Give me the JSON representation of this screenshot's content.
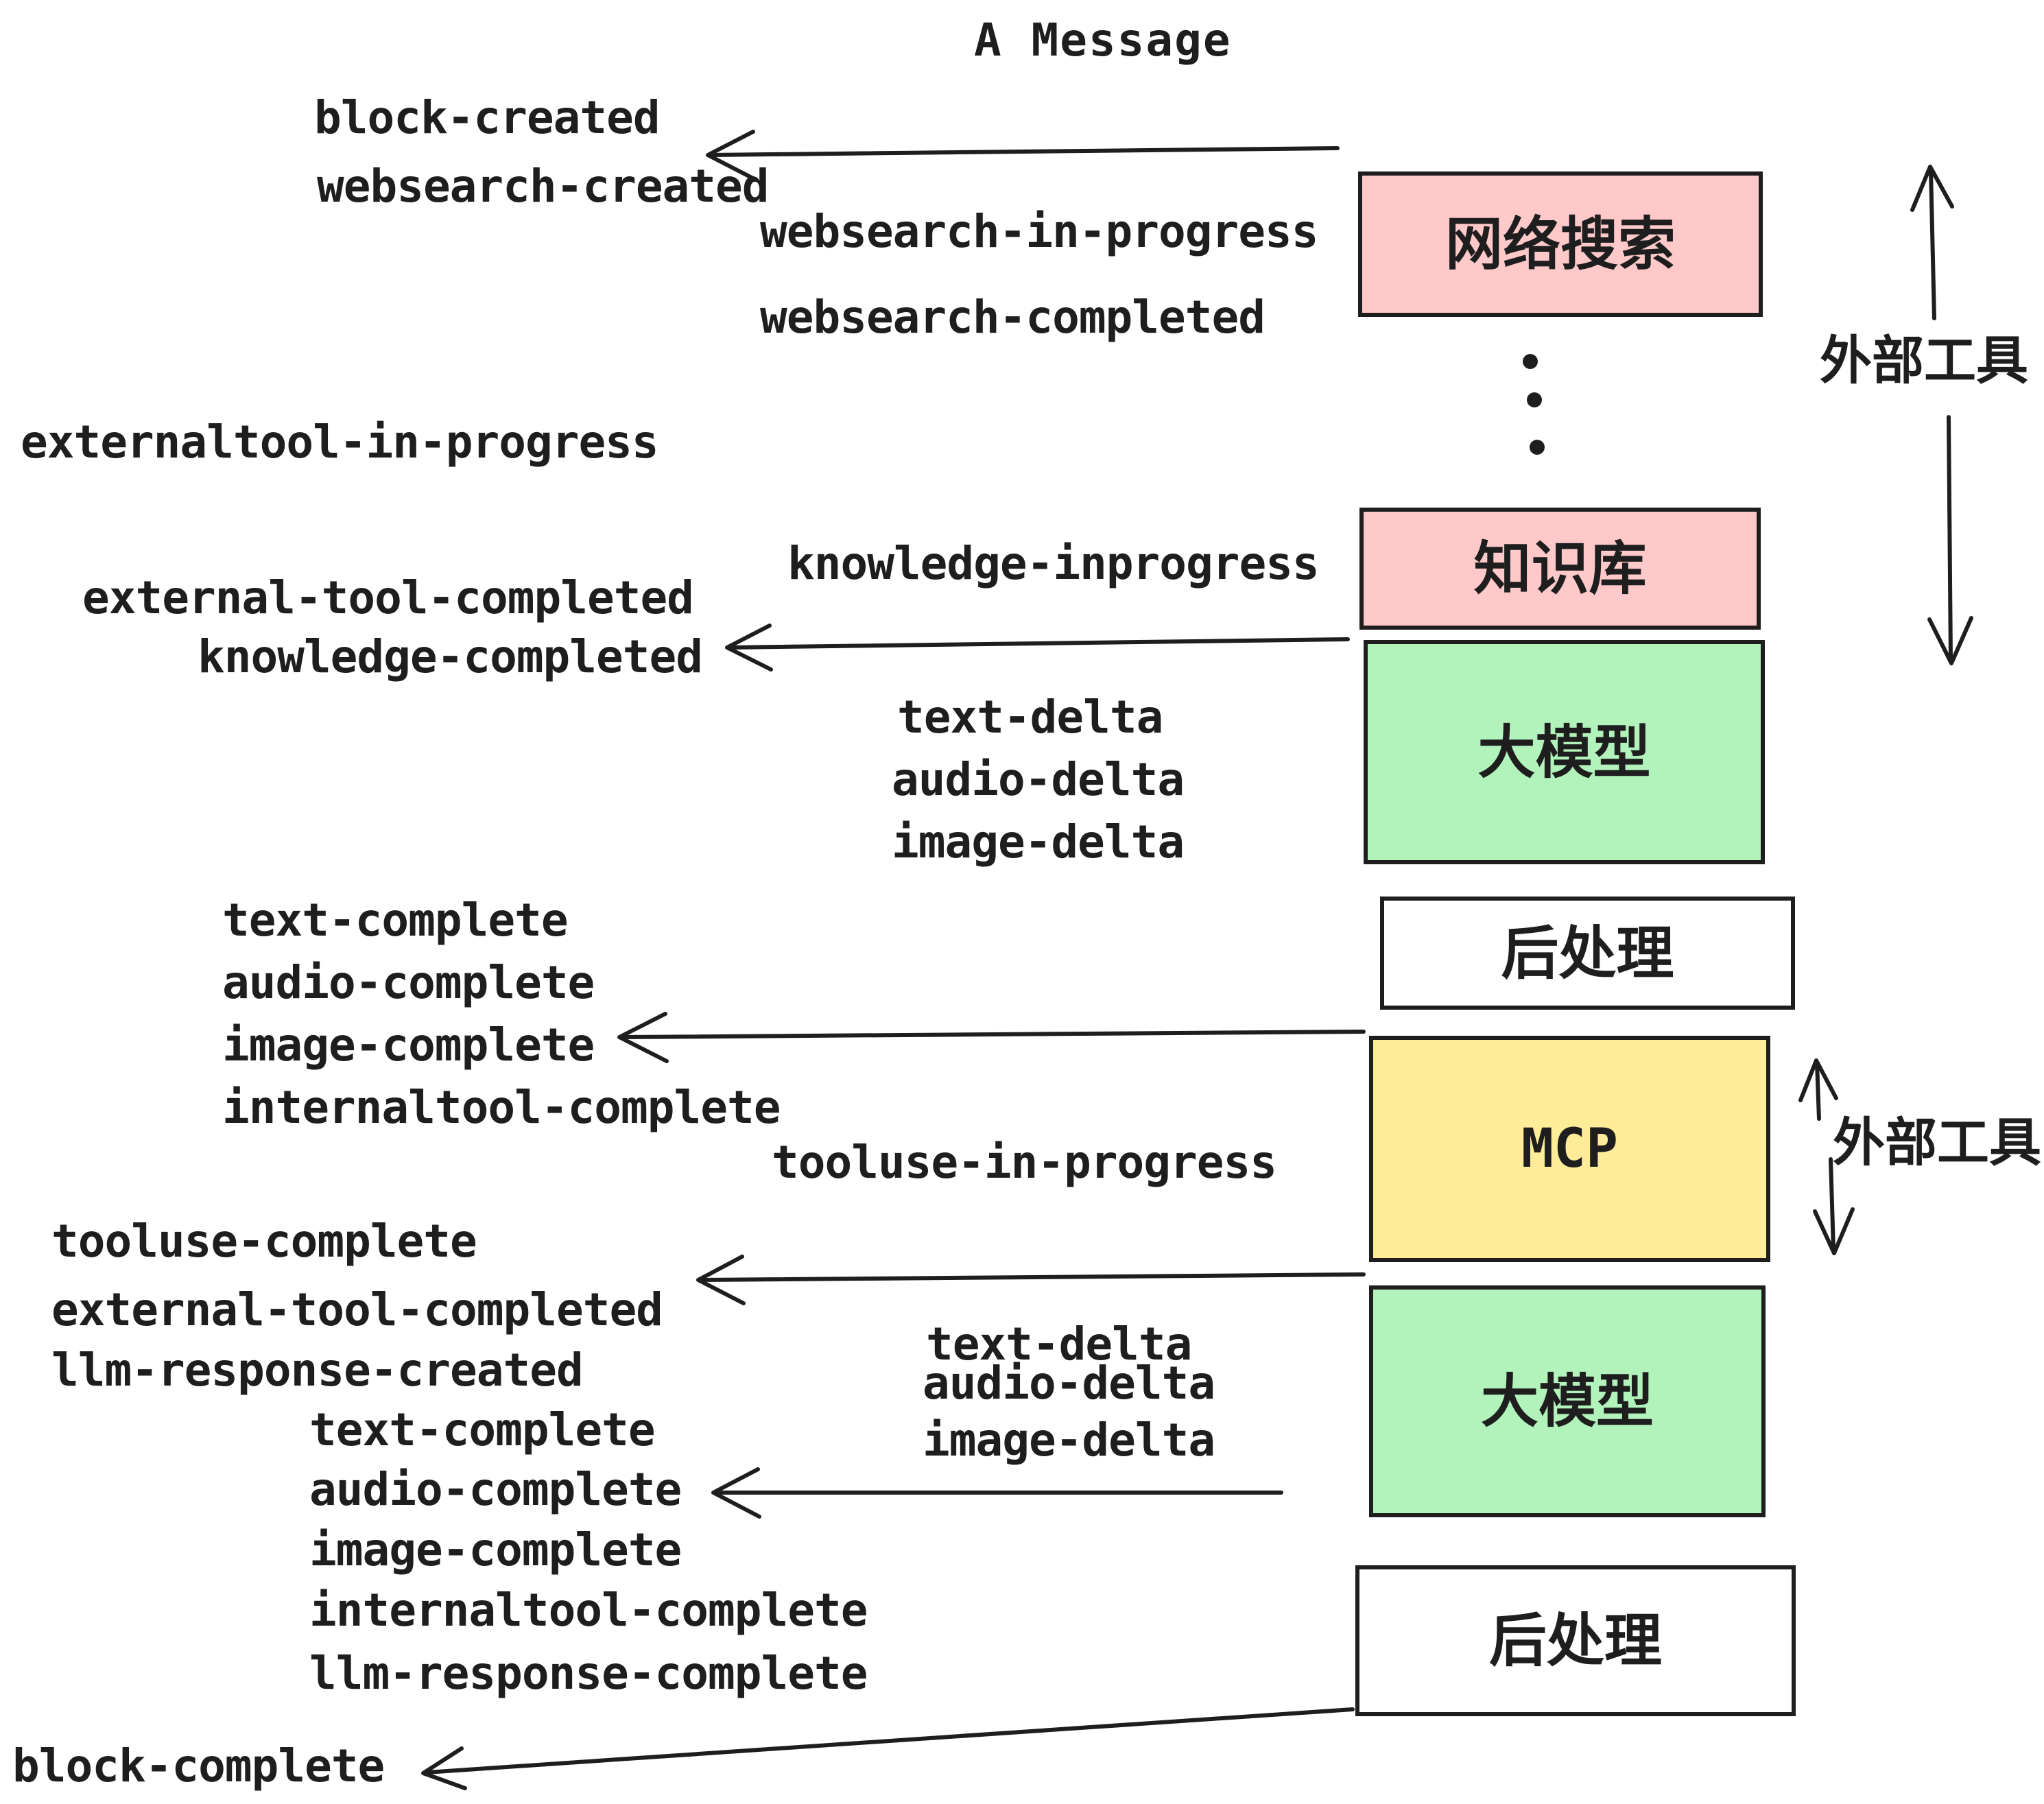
{
  "title": "A Message",
  "colors": {
    "stroke": "#1e1e1e",
    "pink": "#ffc9c9",
    "green": "#b2f2bb",
    "yellow": "#ffec99",
    "white": "#ffffff",
    "background": "#ffffff"
  },
  "boxes": [
    {
      "label": "网络搜索",
      "color": "#ffc9c9"
    },
    {
      "label": "知识库",
      "color": "#ffc9c9"
    },
    {
      "label": "大模型",
      "color": "#b2f2bb"
    },
    {
      "label": "后处理",
      "color": "#ffffff"
    },
    {
      "label": "MCP",
      "color": "#ffec99"
    },
    {
      "label": "大模型",
      "color": "#b2f2bb"
    },
    {
      "label": "后处理",
      "color": "#ffffff"
    }
  ],
  "side_labels": [
    {
      "text": "外部工具"
    },
    {
      "text": "外部工具"
    }
  ],
  "events": [
    {
      "text": "block-created"
    },
    {
      "text": "websearch-created"
    },
    {
      "text": "websearch-in-progress"
    },
    {
      "text": "websearch-completed"
    },
    {
      "text": "externaltool-in-progress"
    },
    {
      "text": "knowledge-inprogress"
    },
    {
      "text": "external-tool-completed"
    },
    {
      "text": "knowledge-completed"
    },
    {
      "text": "text-delta"
    },
    {
      "text": "audio-delta"
    },
    {
      "text": "image-delta"
    },
    {
      "text": "text-complete"
    },
    {
      "text": "audio-complete"
    },
    {
      "text": "image-complete"
    },
    {
      "text": "internaltool-complete"
    },
    {
      "text": "tooluse-in-progress"
    },
    {
      "text": "tooluse-complete"
    },
    {
      "text": "external-tool-completed"
    },
    {
      "text": "llm-response-created"
    },
    {
      "text": "text-delta"
    },
    {
      "text": "audio-delta"
    },
    {
      "text": "image-delta"
    },
    {
      "text": "text-complete"
    },
    {
      "text": "audio-complete"
    },
    {
      "text": "image-complete"
    },
    {
      "text": "internaltool-complete"
    },
    {
      "text": "llm-response-complete"
    },
    {
      "text": "block-complete"
    }
  ]
}
